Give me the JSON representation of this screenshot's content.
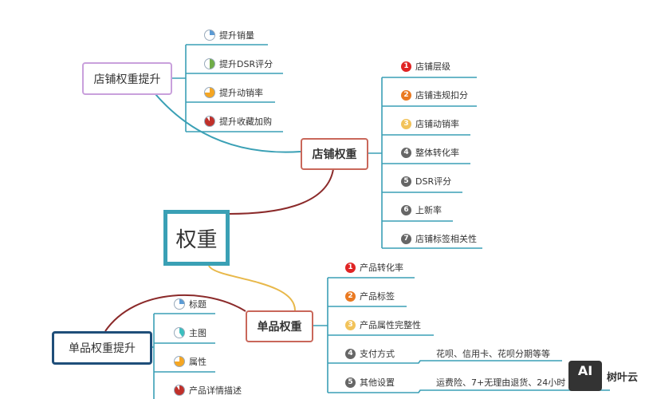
{
  "root": {
    "label": "权重"
  },
  "shop_weight": {
    "label": "店铺权重",
    "items": [
      {
        "n": "1",
        "label": "店铺层级",
        "color": "#e02424"
      },
      {
        "n": "2",
        "label": "店铺违规扣分",
        "color": "#ea7a22"
      },
      {
        "n": "3",
        "label": "店铺动销率",
        "color": "#f2c35a"
      },
      {
        "n": "4",
        "label": "整体转化率",
        "color": "#666666"
      },
      {
        "n": "5",
        "label": "DSR评分",
        "color": "#666666"
      },
      {
        "n": "6",
        "label": "上新率",
        "color": "#666666"
      },
      {
        "n": "7",
        "label": "店铺标签相关性",
        "color": "#666666"
      }
    ]
  },
  "shop_boost": {
    "label": "店铺权重提升",
    "items": [
      {
        "label": "提升销量",
        "progress": 0.25,
        "color": "#5b9bd5"
      },
      {
        "label": "提升DSR评分",
        "progress": 0.5,
        "color": "#70ad47"
      },
      {
        "label": "提升动销率",
        "progress": 0.75,
        "color": "#f5a623"
      },
      {
        "label": "提升收藏加购",
        "progress": 0.9,
        "color": "#c0302a"
      }
    ]
  },
  "item_weight": {
    "label": "单品权重",
    "items": [
      {
        "n": "1",
        "label": "产品转化率",
        "color": "#e02424"
      },
      {
        "n": "2",
        "label": "产品标签",
        "color": "#ea7a22"
      },
      {
        "n": "3",
        "label": "产品属性完整性",
        "color": "#f2c35a"
      },
      {
        "n": "4",
        "label": "支付方式",
        "color": "#666666",
        "detail": "花呗、信用卡、花呗分期等等"
      },
      {
        "n": "5",
        "label": "其他设置",
        "color": "#666666",
        "detail": "运费险、7+无理由退货、24小时"
      }
    ]
  },
  "item_boost": {
    "label": "单品权重提升",
    "items": [
      {
        "label": "标题",
        "progress": 0.25,
        "color": "#5b9bd5"
      },
      {
        "label": "主图",
        "progress": 0.4,
        "color": "#3cbfbf"
      },
      {
        "label": "属性",
        "progress": 0.75,
        "color": "#f5a623"
      },
      {
        "label": "产品详情描述",
        "progress": 0.9,
        "color": "#c0302a"
      }
    ]
  },
  "watermark": {
    "logo": "AI",
    "text": "树叶云"
  }
}
